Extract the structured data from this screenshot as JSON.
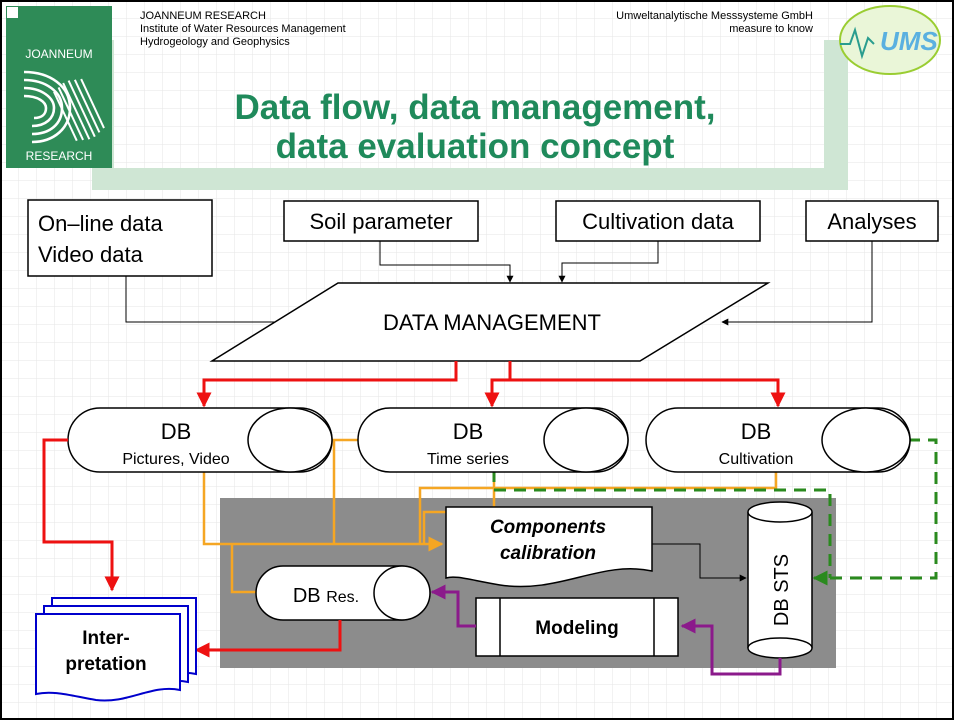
{
  "header": {
    "left_lines": [
      "JOANNEUM RESEARCH",
      "Institute of Water Resources Management",
      "Hydrogeology and Geophysics"
    ],
    "right_lines": [
      "Umweltanalytische Messsysteme GmbH",
      "measure to know"
    ],
    "logo_left_top": "JOANNEUM",
    "logo_left_bottom": "RESEARCH",
    "logo_right": "UMS"
  },
  "title_lines": [
    "Data flow, data management,",
    "data evaluation concept"
  ],
  "inputs": {
    "online_line1": "On–line data",
    "online_line2": "Video data",
    "soil": "Soil parameter",
    "cultivation": "Cultivation data",
    "analyses": "Analyses"
  },
  "data_management": "DATA MANAGEMENT",
  "databases": {
    "pictures": {
      "title": "DB",
      "subtitle": "Pictures, Video"
    },
    "timeseries": {
      "title": "DB",
      "subtitle": "Time series"
    },
    "cultivation": {
      "title": "DB",
      "subtitle": "Cultivation"
    }
  },
  "components": {
    "line1": "Components",
    "line2": "calibration"
  },
  "db_res": {
    "main": "DB",
    "sub": "Res."
  },
  "modeling": "Modeling",
  "db_sts": "DB STS",
  "interpretation": {
    "line1": "Inter-",
    "line2": "pretation"
  },
  "colors": {
    "title_green": "#1f8a5b",
    "logo_green": "#2e8b57",
    "sidebar_green": "#cfe6d4",
    "grid": "#e6e6e6",
    "gray_panel": "#8c8c8c",
    "red_arrow": "#ee1111",
    "orange_line": "#f5a623",
    "green_dashed": "#2a8a1e",
    "purple_line": "#8b1a8b",
    "blue_doc": "#0000cc"
  }
}
